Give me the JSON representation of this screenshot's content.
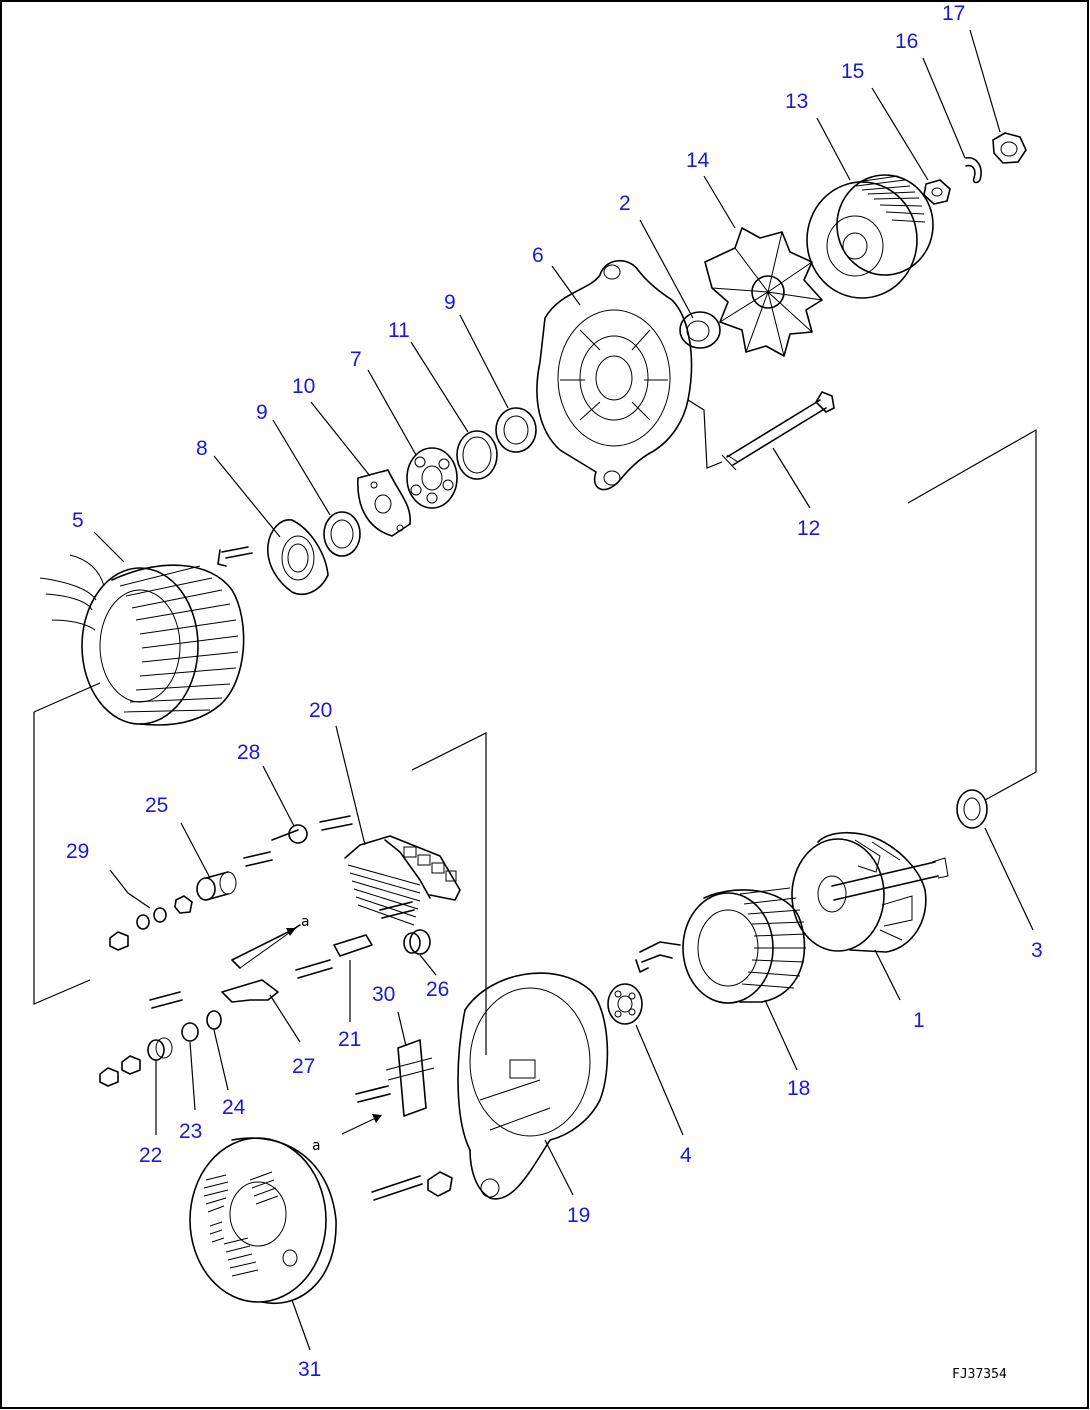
{
  "drawing_code": "FJ37354",
  "view_marks": {
    "a": "a"
  },
  "callouts": [
    {
      "id": "c1",
      "label": "1"
    },
    {
      "id": "c2",
      "label": "2"
    },
    {
      "id": "c3",
      "label": "3"
    },
    {
      "id": "c4",
      "label": "4"
    },
    {
      "id": "c5",
      "label": "5"
    },
    {
      "id": "c6",
      "label": "6"
    },
    {
      "id": "c7",
      "label": "7"
    },
    {
      "id": "c8",
      "label": "8"
    },
    {
      "id": "c9a",
      "label": "9"
    },
    {
      "id": "c9b",
      "label": "9"
    },
    {
      "id": "c10",
      "label": "10"
    },
    {
      "id": "c11",
      "label": "11"
    },
    {
      "id": "c12",
      "label": "12"
    },
    {
      "id": "c13",
      "label": "13"
    },
    {
      "id": "c14",
      "label": "14"
    },
    {
      "id": "c15",
      "label": "15"
    },
    {
      "id": "c16",
      "label": "16"
    },
    {
      "id": "c17",
      "label": "17"
    },
    {
      "id": "c18",
      "label": "18"
    },
    {
      "id": "c19",
      "label": "19"
    },
    {
      "id": "c20",
      "label": "20"
    },
    {
      "id": "c21",
      "label": "21"
    },
    {
      "id": "c22",
      "label": "22"
    },
    {
      "id": "c23",
      "label": "23"
    },
    {
      "id": "c24",
      "label": "24"
    },
    {
      "id": "c25",
      "label": "25"
    },
    {
      "id": "c26",
      "label": "26"
    },
    {
      "id": "c27",
      "label": "27"
    },
    {
      "id": "c28",
      "label": "28"
    },
    {
      "id": "c29",
      "label": "29"
    },
    {
      "id": "c30",
      "label": "30"
    },
    {
      "id": "c31",
      "label": "31"
    }
  ],
  "colors": {
    "callout": "#1a1ad6",
    "line": "#000000",
    "background": "#ffffff"
  }
}
